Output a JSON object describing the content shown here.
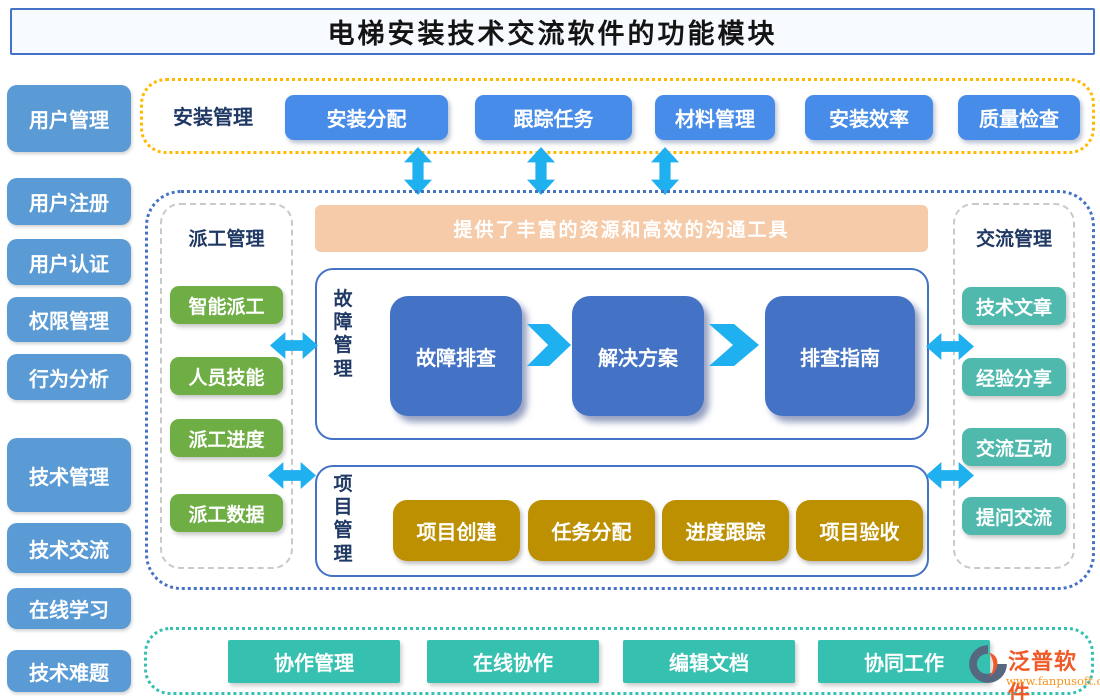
{
  "title": "电梯安装技术交流软件的功能模块",
  "sidebar": {
    "items": [
      "用户管理",
      "用户注册",
      "用户认证",
      "权限管理",
      "行为分析",
      "技术管理",
      "技术交流",
      "在线学习",
      "技术难题"
    ]
  },
  "install": {
    "label": "安装管理",
    "buttons": [
      "安装分配",
      "跟踪任务",
      "材料管理",
      "安装效率",
      "质量检查"
    ]
  },
  "center": {
    "banner": "提供了丰富的资源和高效的沟通工具",
    "dispatch": {
      "title": "派工管理",
      "items": [
        "智能派工",
        "人员技能",
        "派工进度",
        "派工数据"
      ]
    },
    "fault": {
      "title": "故障管理",
      "steps": [
        "故障排查",
        "解决方案",
        "排查指南"
      ]
    },
    "project": {
      "title": "项目管理",
      "items": [
        "项目创建",
        "任务分配",
        "进度跟踪",
        "项目验收"
      ]
    },
    "communication": {
      "title": "交流管理",
      "items": [
        "技术文章",
        "经验分享",
        "交流互动",
        "提问交流"
      ]
    }
  },
  "collaboration": {
    "buttons": [
      "协作管理",
      "在线协作",
      "编辑文档",
      "协同工作"
    ]
  },
  "logo": {
    "name": "泛普软件",
    "url": "www.fanpusoft.com"
  },
  "colors": {
    "sidebar_blue": "#5B9BD5",
    "top_button_blue": "#478CE8",
    "dotted_orange": "#FFB900",
    "dotted_blue": "#4472C4",
    "dotted_teal": "#35C0B0",
    "green": "#6FAE45",
    "gold": "#BC9000",
    "teal": "#4EB9AC",
    "flow_blue": "#4472C4",
    "peach_banner": "#F6CBA9",
    "arrow_cyan": "#1FB0F0",
    "heading_navy": "#1F3864",
    "logo_orange": "#F05A28"
  }
}
